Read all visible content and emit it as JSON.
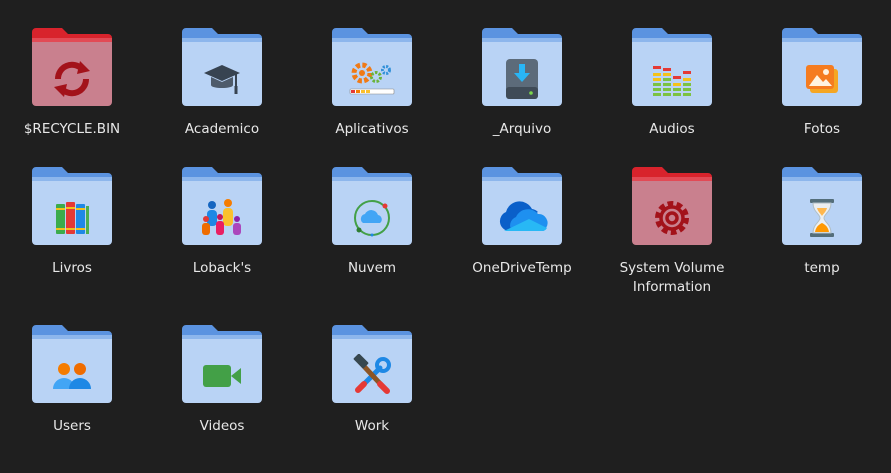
{
  "folders": [
    {
      "label": "$RECYCLE.BIN",
      "icon": "recycle-icon",
      "style": "red"
    },
    {
      "label": "Academico",
      "icon": "graduation-cap-icon",
      "style": "blue"
    },
    {
      "label": "Aplicativos",
      "icon": "gears-progress-icon",
      "style": "blue"
    },
    {
      "label": "_Arquivo",
      "icon": "drive-download-icon",
      "style": "blue"
    },
    {
      "label": "Audios",
      "icon": "equalizer-icon",
      "style": "blue"
    },
    {
      "label": "Fotos",
      "icon": "photos-icon",
      "style": "blue"
    },
    {
      "label": "Livros",
      "icon": "books-icon",
      "style": "blue"
    },
    {
      "label": "Loback's",
      "icon": "family-icon",
      "style": "blue"
    },
    {
      "label": "Nuvem",
      "icon": "cloud-sync-icon",
      "style": "blue"
    },
    {
      "label": "OneDriveTemp",
      "icon": "onedrive-cloud-icon",
      "style": "blue"
    },
    {
      "label": "System Volume Information",
      "icon": "gear-icon",
      "style": "red"
    },
    {
      "label": "temp",
      "icon": "hourglass-icon",
      "style": "blue"
    },
    {
      "label": "Users",
      "icon": "users-icon",
      "style": "blue"
    },
    {
      "label": "Videos",
      "icon": "video-camera-icon",
      "style": "blue"
    },
    {
      "label": "Work",
      "icon": "tools-icon",
      "style": "blue"
    }
  ],
  "colors": {
    "background": "#1f1f1f",
    "folder_blue_tab": "#5b93e0",
    "folder_blue_body": "#b9d3f5",
    "folder_red_tab": "#e0262e",
    "folder_red_body": "#c9808e",
    "label_text": "#e8e8e8"
  }
}
